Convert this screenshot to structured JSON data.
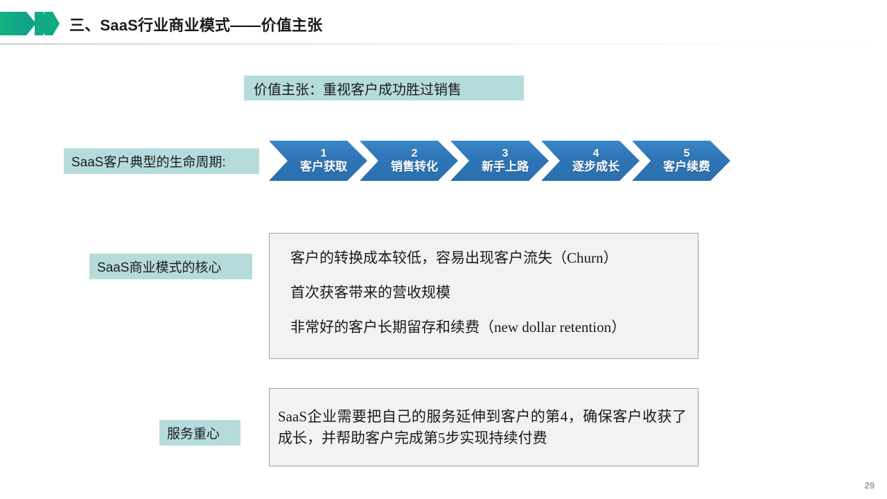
{
  "header": {
    "title": "三、SaaS行业商业模式——价值主张",
    "accent_color": "#12a88a",
    "decoration": "green-chevron"
  },
  "banner": {
    "label": "价值主张：重视客户成功胜过销售",
    "bg_color": "#b6dbdb"
  },
  "lifecycle": {
    "label": "SaaS客户典型的生命周期:",
    "chevron_color": "#2f76b8",
    "steps": [
      {
        "num": "1",
        "label": "客户获取"
      },
      {
        "num": "2",
        "label": "销售转化"
      },
      {
        "num": "3",
        "label": "新手上路"
      },
      {
        "num": "4",
        "label": "逐步成长"
      },
      {
        "num": "5",
        "label": "客户续费"
      }
    ]
  },
  "core": {
    "label": "SaaS商业模式的核心",
    "box_bg": "#f2f2f2",
    "box_border": "#8ea7ae",
    "lines": [
      "客户的转换成本较低，容易出现客户流失（Churn）",
      "首次获客带来的营收规模",
      "非常好的客户长期留存和续费（new dollar retention）"
    ]
  },
  "service_focus": {
    "label": "服务重心",
    "text": "SaaS企业需要把自己的服务延伸到客户的第4，确保客户收获了成长，并帮助客户完成第5步实现持续付费"
  },
  "footer": {
    "page_number": "29"
  }
}
